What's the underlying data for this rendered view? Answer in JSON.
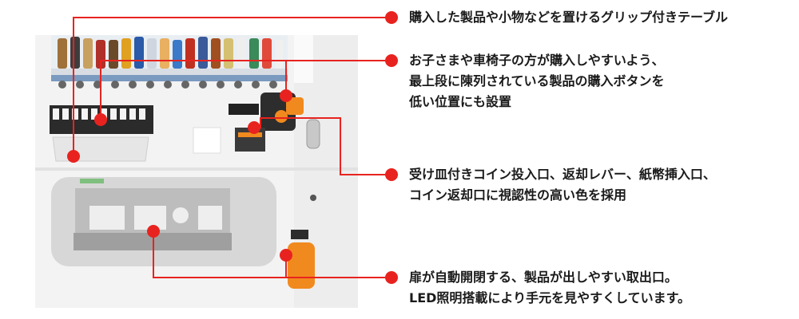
{
  "colors": {
    "accent": "#e8231f",
    "machine_body": "#f3f3f3",
    "take_out_orange": "#f18a1e",
    "text": "#1a1a1a"
  },
  "callouts": [
    {
      "lines": [
        "購入した製品や小物などを置けるグリップ付きテーブル"
      ]
    },
    {
      "lines": [
        "お子さまや車椅子の方が購入しやすいよう、",
        "最上段に陳列されている製品の購入ボタンを",
        "低い位置にも設置"
      ]
    },
    {
      "lines": [
        "受け皿付きコイン投入口、返却レバー、紙幣挿入口、",
        "コイン返却口に視認性の高い色を採用"
      ]
    },
    {
      "lines": [
        "扉が自動開閉する、製品が出しやすい取出口。",
        "LED照明搭載により手元を見やすくしています。"
      ]
    }
  ]
}
